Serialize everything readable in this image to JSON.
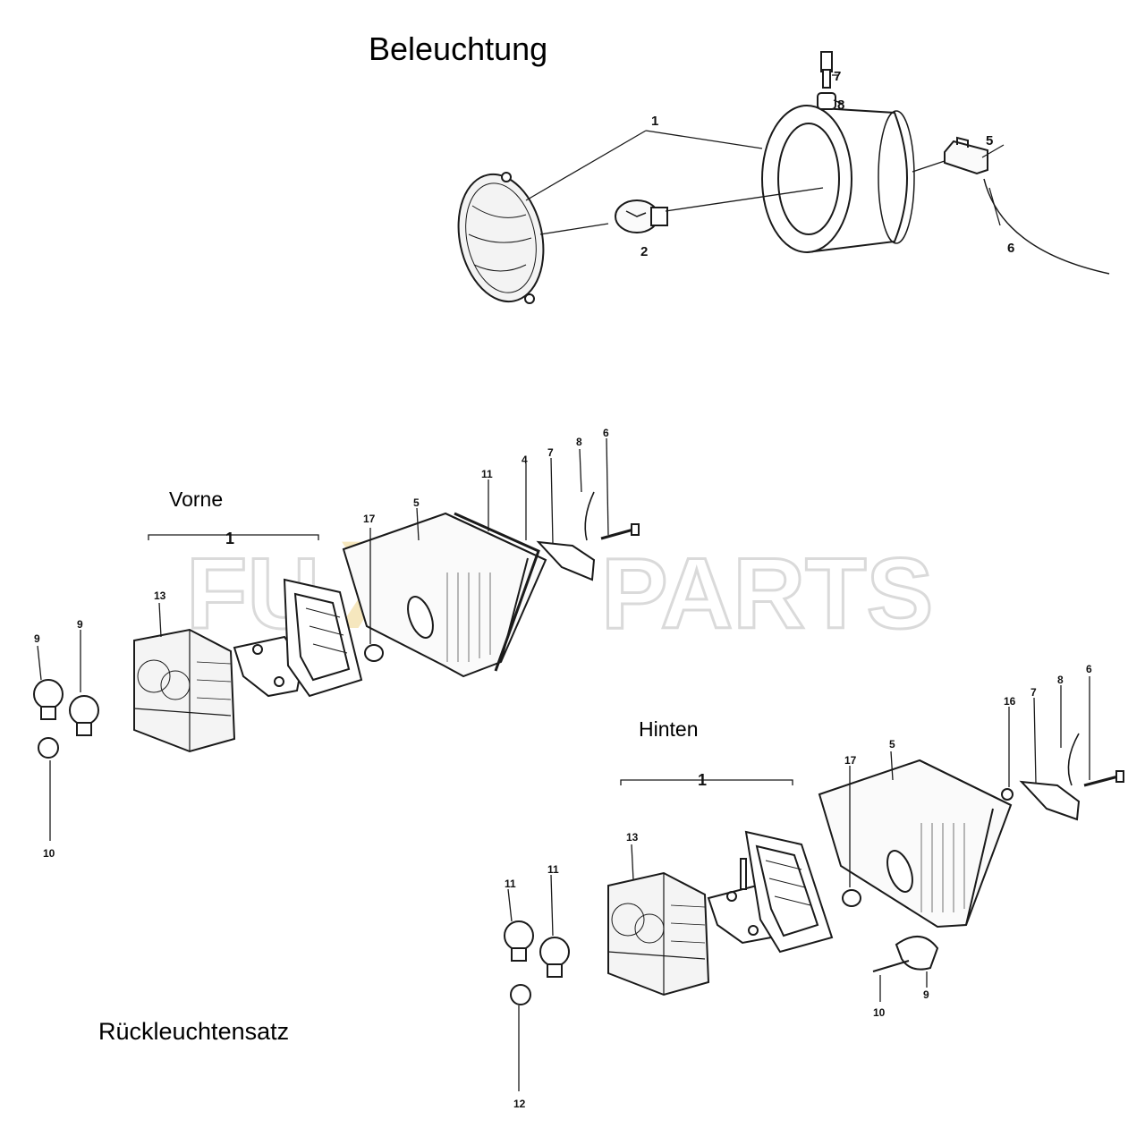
{
  "title": "Beleuchtung",
  "subtitles": {
    "front": "Vorne",
    "rear": "Hinten",
    "set": "Rückleuchtensatz"
  },
  "watermark": {
    "part1": "FU",
    "part2": "XX",
    "part3": "PARTS",
    "colors": {
      "outline": "#d9d9d9",
      "accent": "#f3dca0"
    }
  },
  "callouts": {
    "headlamp": [
      "1",
      "2",
      "5",
      "6",
      "7",
      "8"
    ],
    "front_lamp": [
      "1",
      "4",
      "5",
      "6",
      "7",
      "8",
      "9",
      "9",
      "10",
      "11",
      "13",
      "17"
    ],
    "rear_lamp": [
      "1",
      "5",
      "6",
      "7",
      "8",
      "9",
      "10",
      "11",
      "11",
      "12",
      "13",
      "16",
      "17"
    ]
  },
  "colors": {
    "line": "#1a1a1a"
  }
}
